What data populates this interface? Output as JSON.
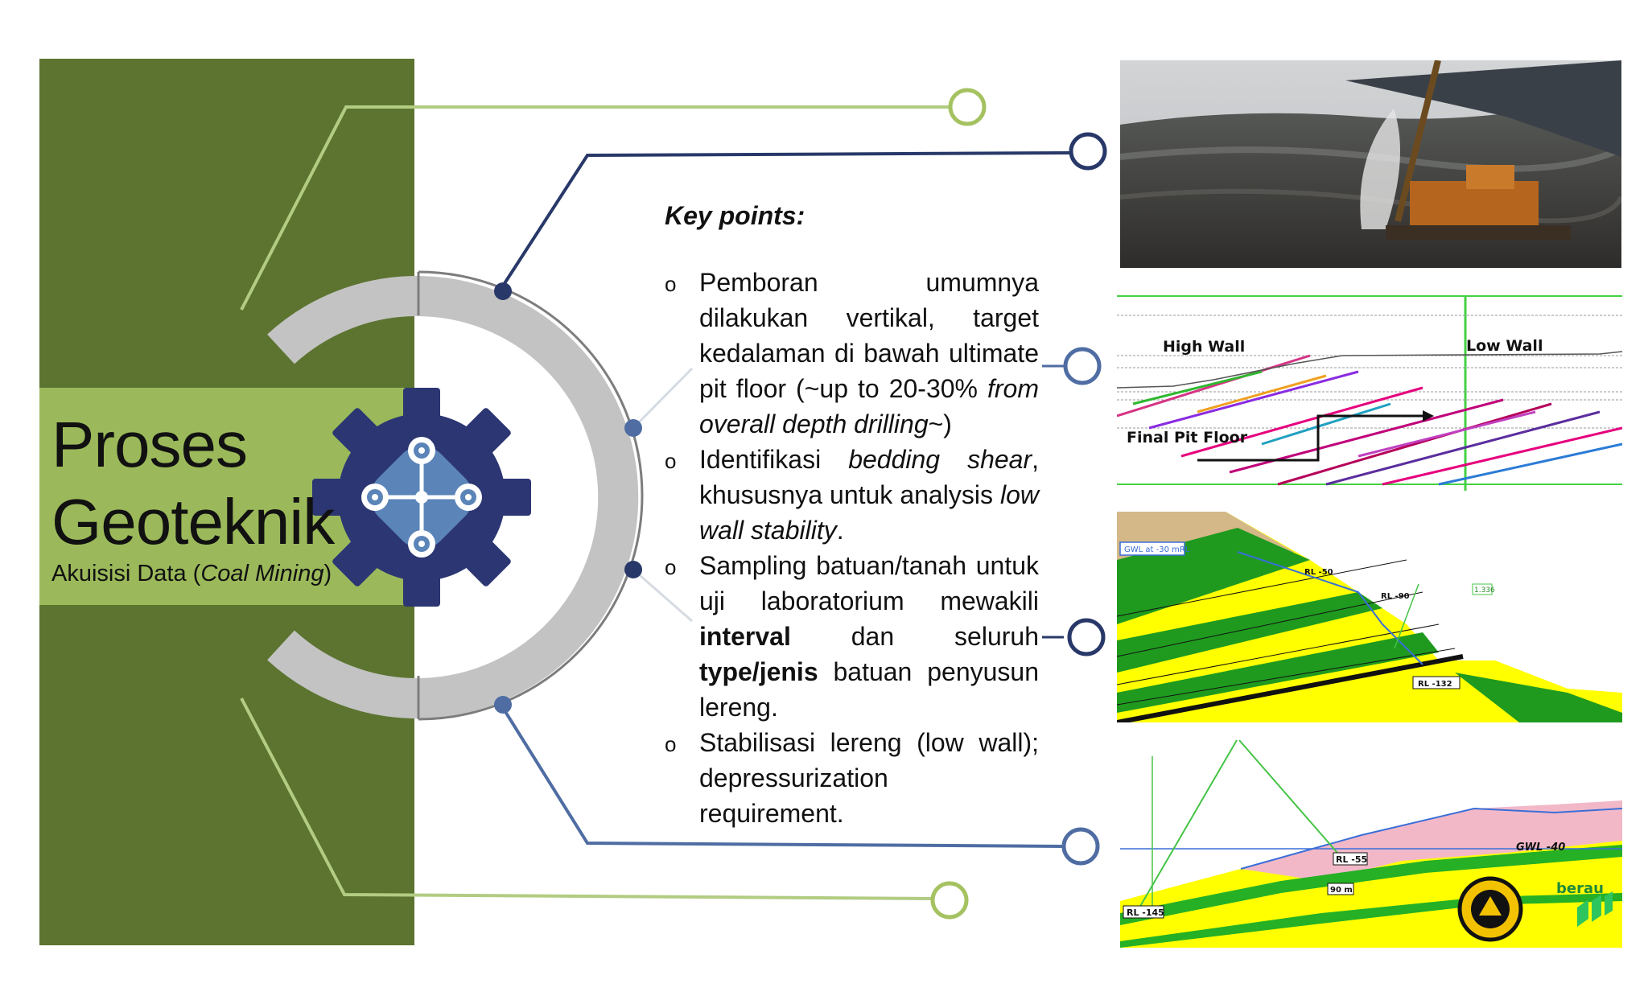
{
  "title": {
    "line1": "Proses",
    "line2": "Geoteknik",
    "subtitle_prefix": "Akuisisi Data (",
    "subtitle_italic": "Coal Mining",
    "subtitle_suffix": ")"
  },
  "key_points": {
    "heading": "Key points:",
    "bullet_symbol": "o",
    "items": [
      {
        "t1": "Pemboran umumnya dilakukan vertikal, target kedalaman di bawah ultimate pit floor (~up to 20-30% ",
        "i1": "from overall depth drilling",
        "t2": "~)"
      },
      {
        "t1": "Identifikasi ",
        "i1": "bedding shear",
        "t2": ", khususnya untuk analysis ",
        "i2": "low wall stability",
        "t3": "."
      },
      {
        "t1": "Sampling batuan/tanah untuk uji laboratorium mewakili ",
        "b1": "interval",
        "t2": " dan seluruh ",
        "b2": "type/jenis",
        "t3": " batuan penyusun lereng."
      },
      {
        "t1": "Stabilisasi lereng (low wall); depressurization requirement."
      }
    ]
  },
  "images": {
    "section": {
      "high_wall": "High Wall",
      "low_wall": "Low Wall",
      "final_pit_floor": "Final Pit Floor"
    },
    "slope1": {
      "gwl": "GWL at -30 mRL",
      "rl50": "RL -50",
      "rl90": "RL -90",
      "rl132": "RL -132",
      "fos": "1.336"
    },
    "slope2": {
      "gwl": "GWL -40",
      "rl55": "RL -55",
      "rl145": "RL -145",
      "dist": "90 m",
      "brand": "berau"
    }
  },
  "colors": {
    "panel_dark": "#5c7430",
    "panel_light": "#9bb95a",
    "gear": "#2b3673",
    "line_light": "#b2cc82",
    "line_navy": "#283868",
    "line_blue": "#4f6da3"
  }
}
